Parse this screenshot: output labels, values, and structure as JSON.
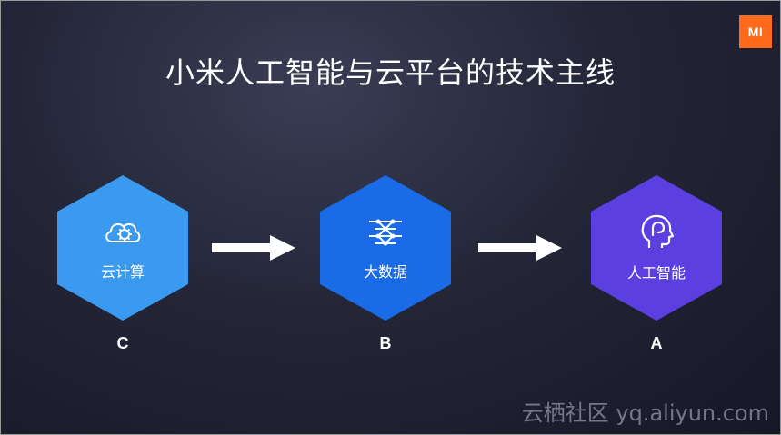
{
  "brand": {
    "logo_text": "MI",
    "logo_color": "#ff6a1a"
  },
  "title": "小米人工智能与云平台的技术主线",
  "steps": [
    {
      "label": "云计算",
      "letter": "C",
      "icon": "cloud-gear-icon",
      "color": "#3a9af0"
    },
    {
      "label": "大数据",
      "letter": "B",
      "icon": "data-nodes-icon",
      "color": "#1a6be8"
    },
    {
      "label": "人工智能",
      "letter": "A",
      "icon": "head-brain-icon",
      "color": "#5b3fe0"
    }
  ],
  "watermark": "云栖社区 yq.aliyun.com"
}
